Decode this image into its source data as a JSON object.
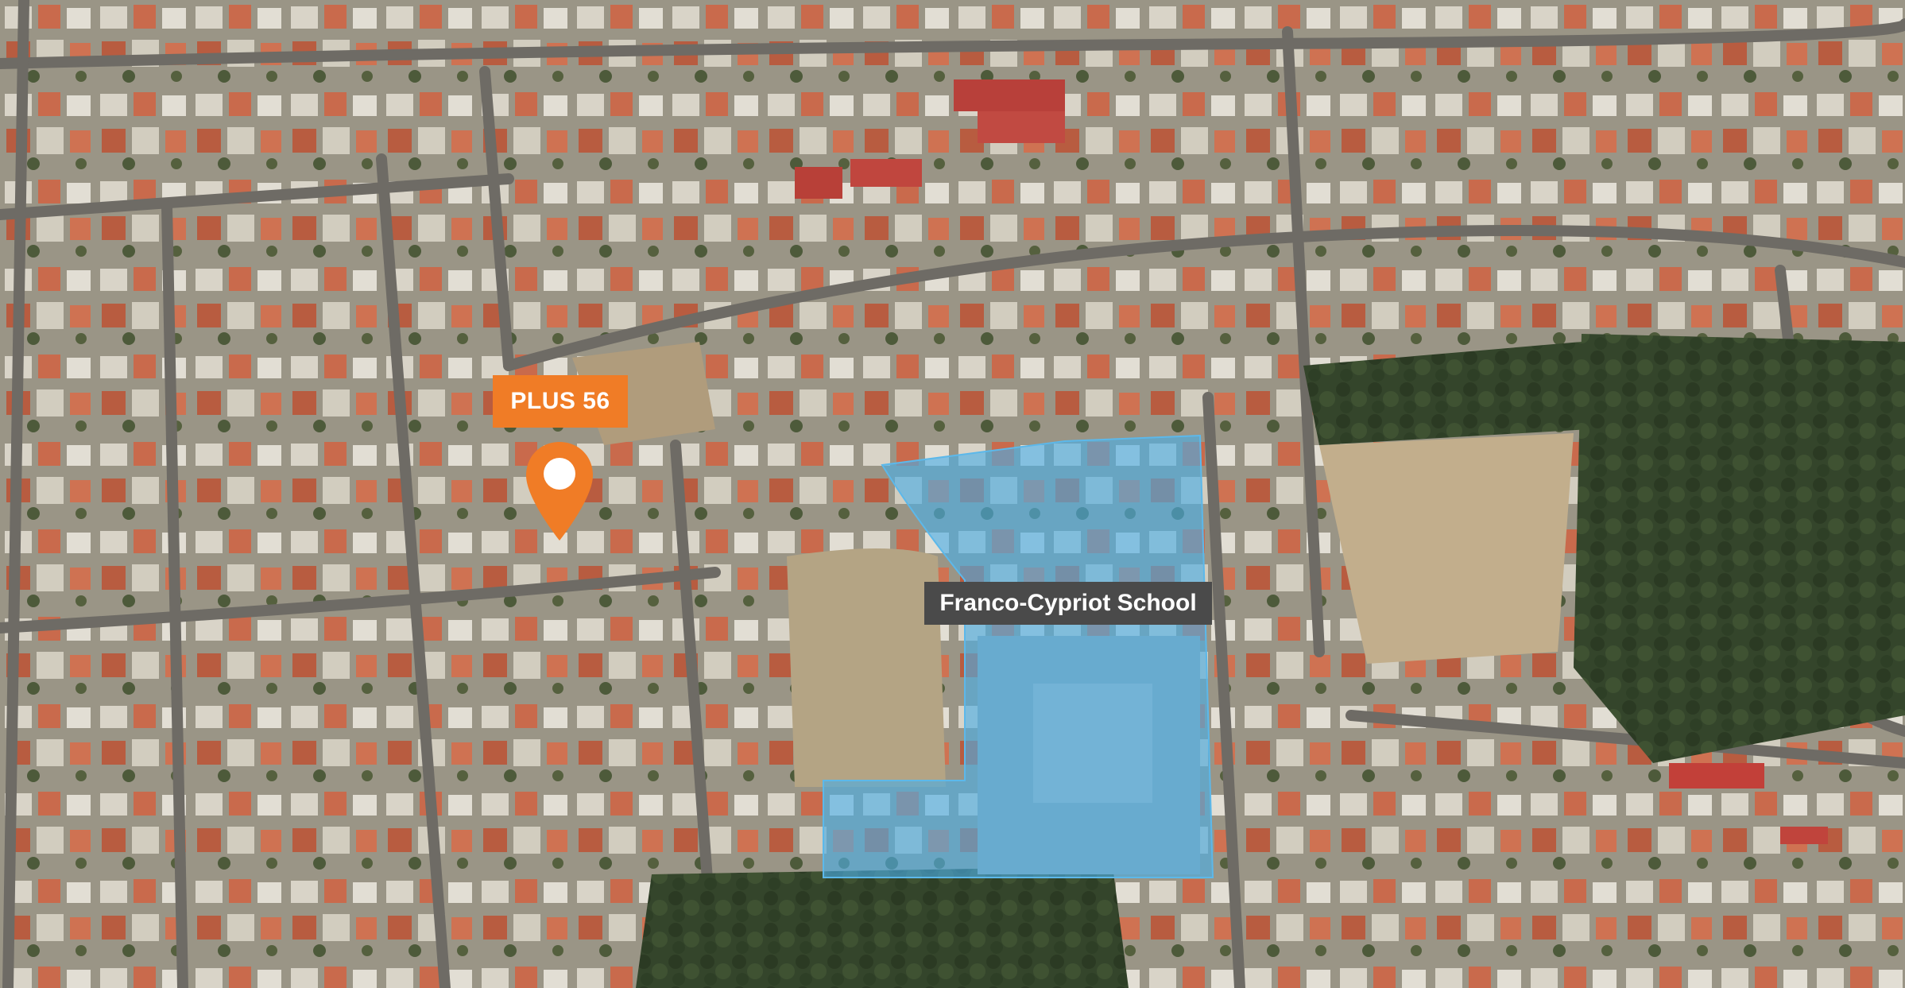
{
  "map": {
    "view": "satellite",
    "markers": [
      {
        "label": "PLUS 56",
        "icon": "location-pin-icon",
        "color": "#F07C26"
      }
    ],
    "areas": [
      {
        "label": "Franco-Cypriot School",
        "highlight_color": "#4AAFE6",
        "label_background": "#4A4A4A"
      }
    ]
  },
  "colors": {
    "accent": "#F07C26",
    "school_highlight": "#4AAFE6",
    "label_dark": "#4A4A4A"
  }
}
